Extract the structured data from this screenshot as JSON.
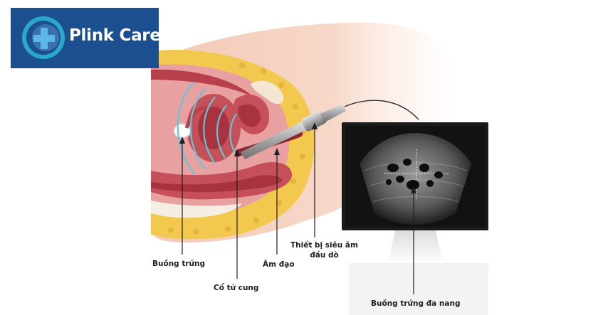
{
  "brand": {
    "name": "Plink Care",
    "logo_color": "#1c4f8f",
    "emblem_icon": "medical-cross-icon"
  },
  "labels": {
    "ovary": "Buồng trứng",
    "cervix": "Cổ tử cung",
    "vagina": "Âm đạo",
    "probe_line1": "Thiết bị siêu âm",
    "probe_line2": "đầu dò",
    "polycystic_ovary": "Buồng trứng đa nang"
  },
  "colors": {
    "skin": "#f6d2bf",
    "tissue": "#c6505a",
    "fat": "#f2c94e",
    "ultrasound_waves": "#5fc7d6",
    "monitor": "#1a1a1a"
  }
}
